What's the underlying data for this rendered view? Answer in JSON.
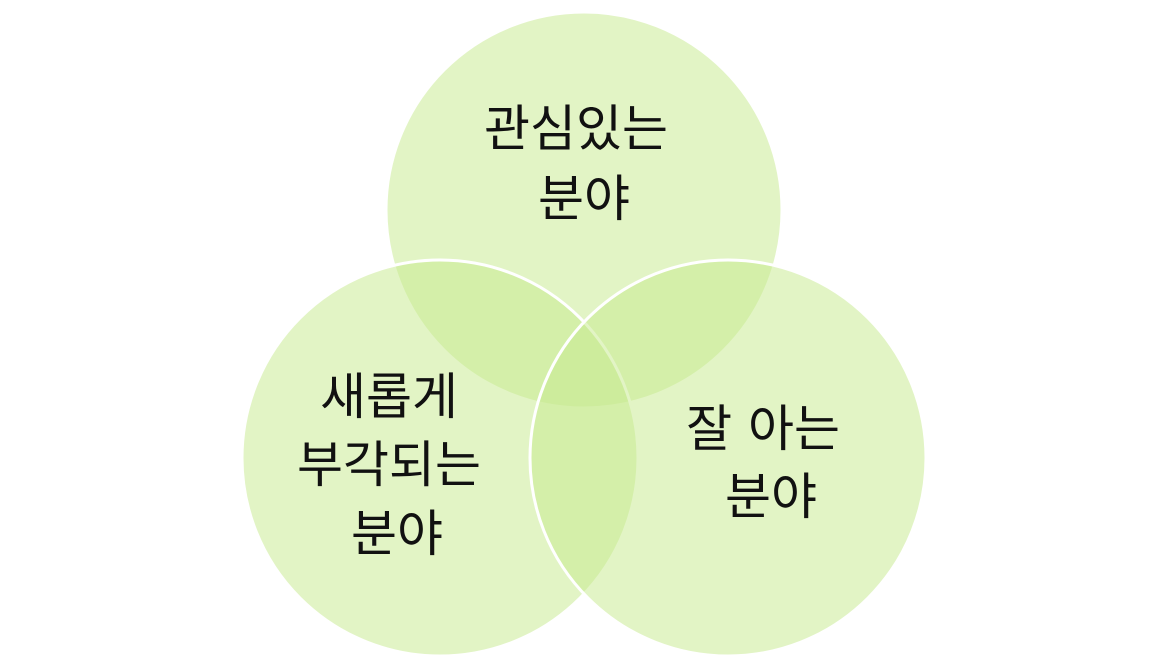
{
  "diagram": {
    "type": "venn",
    "fill_color": "#c7e98f",
    "stroke_color": "#ffffff",
    "text_color": "#111111",
    "sets": [
      {
        "lines": [
          "관심있는",
          "분야"
        ]
      },
      {
        "lines": [
          "새롭게",
          "부각되는",
          "분야"
        ]
      },
      {
        "lines": [
          "잘 아는",
          "분야"
        ]
      }
    ]
  }
}
